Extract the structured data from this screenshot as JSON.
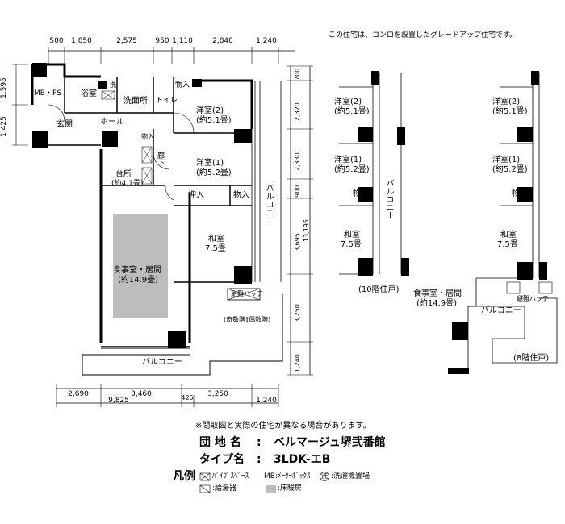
{
  "note_top": "この住宅は、コンロを設置したグレードアップ住宅です。",
  "dim_top": [
    "500",
    "1,850",
    "2,575",
    "950",
    "1,110",
    "2,840",
    "1,240"
  ],
  "dim_left": [
    "1,595",
    "1,425"
  ],
  "dim_right": [
    "700",
    "2,320",
    "2,330",
    "900",
    "3,695",
    "3,250",
    "1,240"
  ],
  "dim_total_height": "13,195",
  "dim_bottom_row1": [
    "2,690",
    "3,460",
    "3,250"
  ],
  "dim_bottom_row2": [
    "9,825",
    "425",
    "1,240"
  ],
  "rooms": {
    "mbps": "MB・PS",
    "bath": "浴室",
    "wash_mark": "洗",
    "washroom": "洗面所",
    "toilet": "トイレ",
    "storage": "物入",
    "entrance": "玄関",
    "hall": "ホール",
    "small_storage": "物入",
    "corridor": "廊下",
    "west2_name": "洋室(2)",
    "west2_size": "(約5.1畳)",
    "west1_name": "洋室(1)",
    "west1_size": "(約5.2畳)",
    "kitchen_name": "台所",
    "kitchen_size": "(約4.1畳)",
    "closet": "押入",
    "storage2": "物入",
    "balcony_right": "バルコニー",
    "washitsu_name": "和室",
    "washitsu_size": "7.5畳",
    "living_name": "食事室・居間",
    "living_size": "(約14.9畳)",
    "hatch": "避難ハッチ",
    "odd_floor": "(奇数階)",
    "even_floor": "(偶数階)",
    "balcony_bottom": "バルコニー"
  },
  "variant10": {
    "west2_name": "洋室(2)",
    "west2_size": "(約5.1畳)",
    "west1_name": "洋室(1)",
    "west1_size": "(約5.2畳)",
    "storage": "物入",
    "balcony": "バルコニー",
    "washitsu_name": "和室",
    "washitsu_size": "7.5畳",
    "caption": "(10階住戸)"
  },
  "variant8": {
    "west2_name": "洋室(2)",
    "west2_size": "(約5.1畳)",
    "west1_name": "洋室(1)",
    "west1_size": "(約5.2畳)",
    "storage": "物入",
    "washitsu_name": "和室",
    "washitsu_size": "7.5畳",
    "living_name": "食事室・居間",
    "living_size": "(約14.9畳)",
    "hatch": "避難ハッチ",
    "balcony": "バルコニー",
    "caption": "(8階住戸)"
  },
  "disclaimer": "※間取図と実際の住宅が異なる場合があります。",
  "info": {
    "label_name": "団 地 名",
    "colon": ":",
    "value_name": "ベルマージュ堺弐番館",
    "label_type": "タイプ名",
    "value_type": "3LDK-エB"
  },
  "legend": {
    "title": "凡例",
    "pipe_space": "ﾊﾟｲﾌﾟｽﾍﾟｰｽ",
    "mb": "MB:ﾒｰﾀｰﾎﾞｯｸｽ",
    "wash_mark": "洗",
    "washer": ":洗濯機置場",
    "water_heater": ":給湯器",
    "floor_heating": ":床暖房"
  }
}
